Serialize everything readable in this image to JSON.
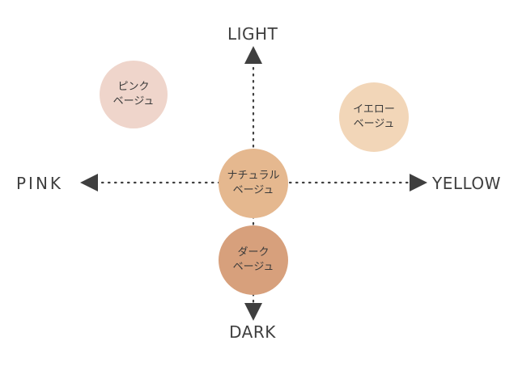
{
  "axes": {
    "top_label": "LIGHT",
    "bottom_label": "DARK",
    "left_label": "PINK",
    "right_label": "YELLOW",
    "line_color": "#3f3f3f"
  },
  "swatches": [
    {
      "label": "ピンク\nベージュ",
      "color": "#efd5cb"
    },
    {
      "label": "イエロー\nベージュ",
      "color": "#f2d6b8"
    },
    {
      "label": "ナチュラル\nベージュ",
      "color": "#e5b88f"
    },
    {
      "label": "ダーク\nベージュ",
      "color": "#d7a07c"
    }
  ]
}
